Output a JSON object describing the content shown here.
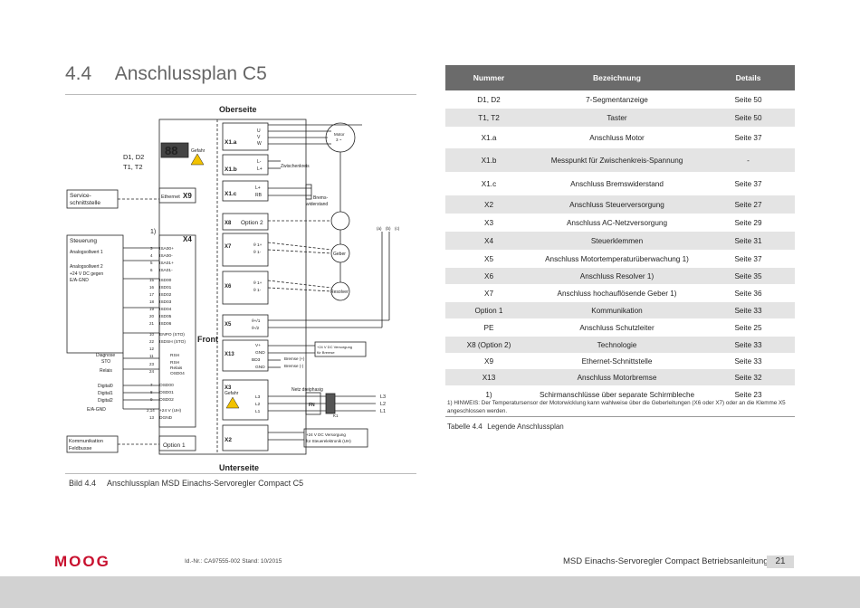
{
  "section": {
    "number": "4.4",
    "title": "Anschlussplan C5"
  },
  "figure": {
    "label": "Bild 4.4",
    "title": "Anschlussplan MSD Einachs-Servoregler Compact C5"
  },
  "schematic": {
    "top_label": "Oberseite",
    "front_label": "Front",
    "bottom_label": "Unterseite",
    "display_digits": "88",
    "gefahr": "Gefahr",
    "d1d2": "D1, D2",
    "t1t2": "T1, T2",
    "service": [
      "Service-",
      "schnittstelle"
    ],
    "ethernet": "Ethernet",
    "x9": "X9",
    "x4": "X4",
    "steuerung": "Steuerung",
    "analog1": "Analogsollwert 1",
    "analog2": "Analogsollwert 2",
    "v24_ref": [
      "+24 V DC gegen",
      "E/A-GND"
    ],
    "diagnose": [
      "Diagnose",
      "STO"
    ],
    "relais": "Relais",
    "digital": [
      "Digital0",
      "Digital1",
      "Digital2"
    ],
    "ea_gnd": "E/A-GND",
    "x4_signals": [
      "ISA00+",
      "ISA00-",
      "ISA01+",
      "ISA01-",
      "ISD00",
      "ISD01",
      "ISD02",
      "ISD03",
      "ISD04",
      "ISD05",
      "ISD06",
      "ENPO (STO)",
      "ISDSH (STO)",
      "RSH",
      "RSH",
      "Relais",
      "OSD04",
      "OSD00",
      "OSD01",
      "OSD02",
      "+24 V (UH)",
      "DGND"
    ],
    "x4_pins": [
      "3",
      "4",
      "5",
      "6",
      "15",
      "16",
      "17",
      "18",
      "19",
      "20",
      "21",
      "10",
      "22",
      "12",
      "11",
      "23",
      "24",
      "7",
      "8",
      "9",
      "2,14",
      "13"
    ],
    "one_note": "1)",
    "komm": [
      "Kommunikation",
      "Feldbusse"
    ],
    "option1": "Option 1",
    "x1a": "X1.a",
    "x1a_pins": [
      "U",
      "V",
      "W"
    ],
    "x1b": "X1.b",
    "x1b_pins": [
      "L-",
      "L+"
    ],
    "zwk": "Zwischenkreis",
    "x1c": "X1.c",
    "x1c_pins": [
      "L+",
      "RB"
    ],
    "brems": [
      "Brems-",
      "widerstand"
    ],
    "x8": "X8",
    "option2": "Option 2",
    "x7": "X7",
    "x7_pins": [
      "ϑ 1+",
      "ϑ 1-"
    ],
    "x6": "X6",
    "x6_pins": [
      "ϑ 1+",
      "ϑ 1-"
    ],
    "x5": "X5",
    "x5_pins": [
      "ϑ+/1",
      "ϑ-/2"
    ],
    "x13": "X13",
    "x13_pins": [
      "V+",
      "GND",
      "BD3",
      "GND"
    ],
    "x13_vs": [
      "+24 V DC Versorgung",
      "für Bremse"
    ],
    "bremse_p": "Bremse (+)",
    "bremse_m": "Bremse (-)",
    "x3": "X3",
    "x3_pins": [
      "L3",
      "L2",
      "L1"
    ],
    "netz": "Netz dreiphasig",
    "fn": "FN",
    "k1": "K1",
    "mains": [
      "L3",
      "L2",
      "L1"
    ],
    "x2": "X2",
    "x2_vs": [
      "+24 V DC Versorgung",
      "für Steuerelektronik (UH)"
    ],
    "motor": [
      "Motor",
      "3 ~"
    ],
    "geber": "Geber",
    "resolver": "Resolver",
    "abc": [
      "(a)",
      "(b)",
      "(c)"
    ]
  },
  "table": {
    "headers": [
      "Nummer",
      "Bezeichnung",
      "Details"
    ],
    "rows": [
      [
        "D1, D2",
        "7-Segmentanzeige",
        "Seite 50"
      ],
      [
        "T1, T2",
        "Taster",
        "Seite 50"
      ],
      [
        "X1.a",
        "Anschluss Motor",
        "Seite 37"
      ],
      [
        "X1.b",
        "Messpunkt für Zwischenkreis-Spannung",
        "-"
      ],
      [
        "X1.c",
        "Anschluss Bremswiderstand",
        "Seite 37"
      ],
      [
        "X2",
        "Anschluss Steuerversorgung",
        "Seite 27"
      ],
      [
        "X3",
        "Anschluss AC-Netzversorgung",
        "Seite 29"
      ],
      [
        "X4",
        "Steuerklemmen",
        "Seite 31"
      ],
      [
        "X5",
        "Anschluss Motortemperaturüberwachung 1)",
        "Seite 37"
      ],
      [
        "X6",
        "Anschluss Resolver 1)",
        "Seite 35"
      ],
      [
        "X7",
        "Anschluss hochauflösende Geber 1)",
        "Seite 36"
      ],
      [
        "Option 1",
        "Kommunikation",
        "Seite 33"
      ],
      [
        "PE",
        "Anschluss Schutzleiter",
        "Seite 25"
      ],
      [
        "X8 (Option 2)",
        "Technologie",
        "Seite 33"
      ],
      [
        "X9",
        "Ethernet-Schnittstelle",
        "Seite 33"
      ],
      [
        "X13",
        "Anschluss Motorbremse",
        "Seite 32"
      ],
      [
        "1)",
        "Schirmanschlüsse über separate Schirmbleche",
        "Seite 23"
      ]
    ],
    "footnote": "1) HINWEIS: Der Temperatursensor der Motorwicklung kann wahlweise über die Geberleitungen (X6 oder X7) oder an die Klemme X5 angeschlossen werden.",
    "caption_label": "Tabelle 4.4",
    "caption_title": "Legende Anschlussplan"
  },
  "footer": {
    "logo": "MOOG",
    "doc_id": "Id.-Nr.: CA97555-002   Stand: 10/2015",
    "manual": "MSD Einachs-Servoregler Compact Betriebsanleitung",
    "page": "21"
  },
  "colors": {
    "logo": "#c8102e",
    "table_header": "#6b6b6b",
    "row_alt": "#e4e4e4",
    "footer_band": "#d2d2d2"
  }
}
